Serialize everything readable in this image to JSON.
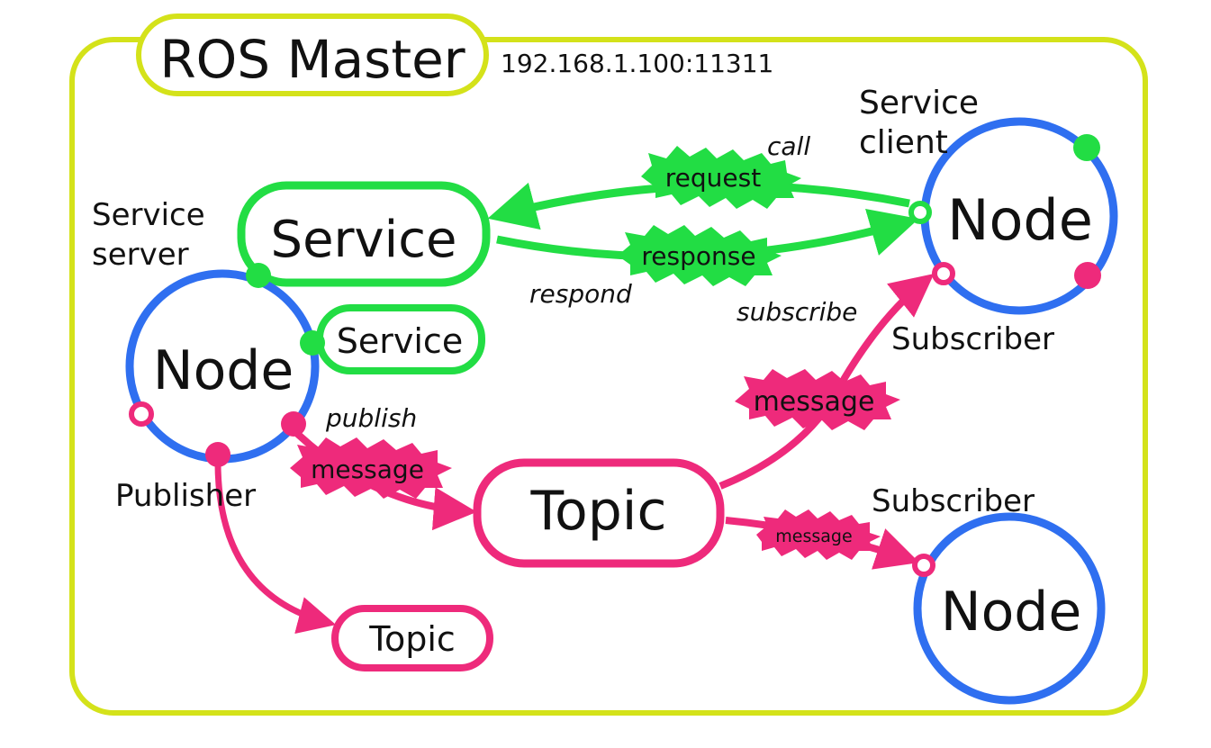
{
  "colors": {
    "master_border": "#d4e21a",
    "service_green": "#22dd44",
    "topic_pink": "#ee2a7b",
    "node_blue": "#2f6ff0",
    "text": "#111111"
  },
  "master": {
    "title": "ROS Master",
    "address": "192.168.1.100:11311"
  },
  "nodes": {
    "server_node": "Node",
    "client_node": "Node",
    "subscriber_node": "Node"
  },
  "boxes": {
    "service_main": "Service",
    "service_small": "Service",
    "topic_main": "Topic",
    "topic_small": "Topic"
  },
  "labels": {
    "service_server_1": "Service",
    "service_server_2": "server",
    "service_client_1": "Service",
    "service_client_2": "client",
    "publisher": "Publisher",
    "subscriber_top": "Subscriber",
    "subscriber_bottom": "Subscriber"
  },
  "actions": {
    "call": "call",
    "respond": "respond",
    "publish": "publish",
    "subscribe": "subscribe"
  },
  "badges": {
    "request": "request",
    "response": "response",
    "message_publish": "message",
    "message_subscribe": "message",
    "message_bottom": "message"
  }
}
